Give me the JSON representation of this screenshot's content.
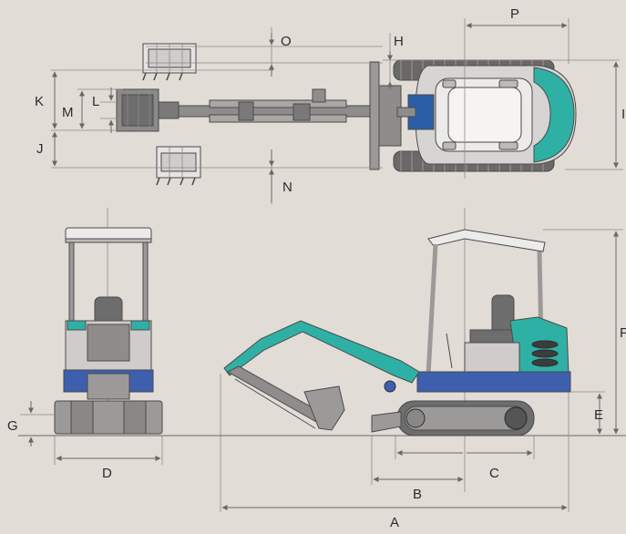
{
  "colors": {
    "background": "#e2dcd6",
    "machine_gray": "#c9c6c4",
    "machine_dark": "#6e6d6d",
    "teal": "#2fb0a5",
    "blue": "#3d5fae",
    "dimension_line": "#6b6764"
  },
  "labels": {
    "A": "A",
    "B": "B",
    "C": "C",
    "D": "D",
    "E": "E",
    "F": "F",
    "G": "G",
    "H": "H",
    "I": "I",
    "J": "J",
    "K": "K",
    "L": "L",
    "M": "M",
    "N": "N",
    "O": "O",
    "P": "P"
  }
}
